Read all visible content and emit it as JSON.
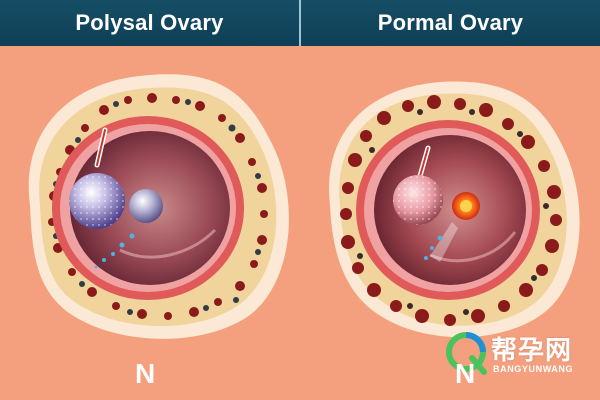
{
  "panels": [
    {
      "title": "Polysal Ovary",
      "bottom_label": "N"
    },
    {
      "title": "Pormal Ovary",
      "bottom_label": "N"
    }
  ],
  "watermark": {
    "title": "帮孕网",
    "subtitle": "BANGYUNWANG",
    "colors": {
      "green": "#4cc35a",
      "blue": "#1e90d6"
    }
  },
  "colors": {
    "header_bg": "#164e66",
    "background": "#f4a07e",
    "outer_rim": "#f3d9a2",
    "follicle_dark": "#8b1a1a",
    "cavity": "#7a2e3c"
  }
}
